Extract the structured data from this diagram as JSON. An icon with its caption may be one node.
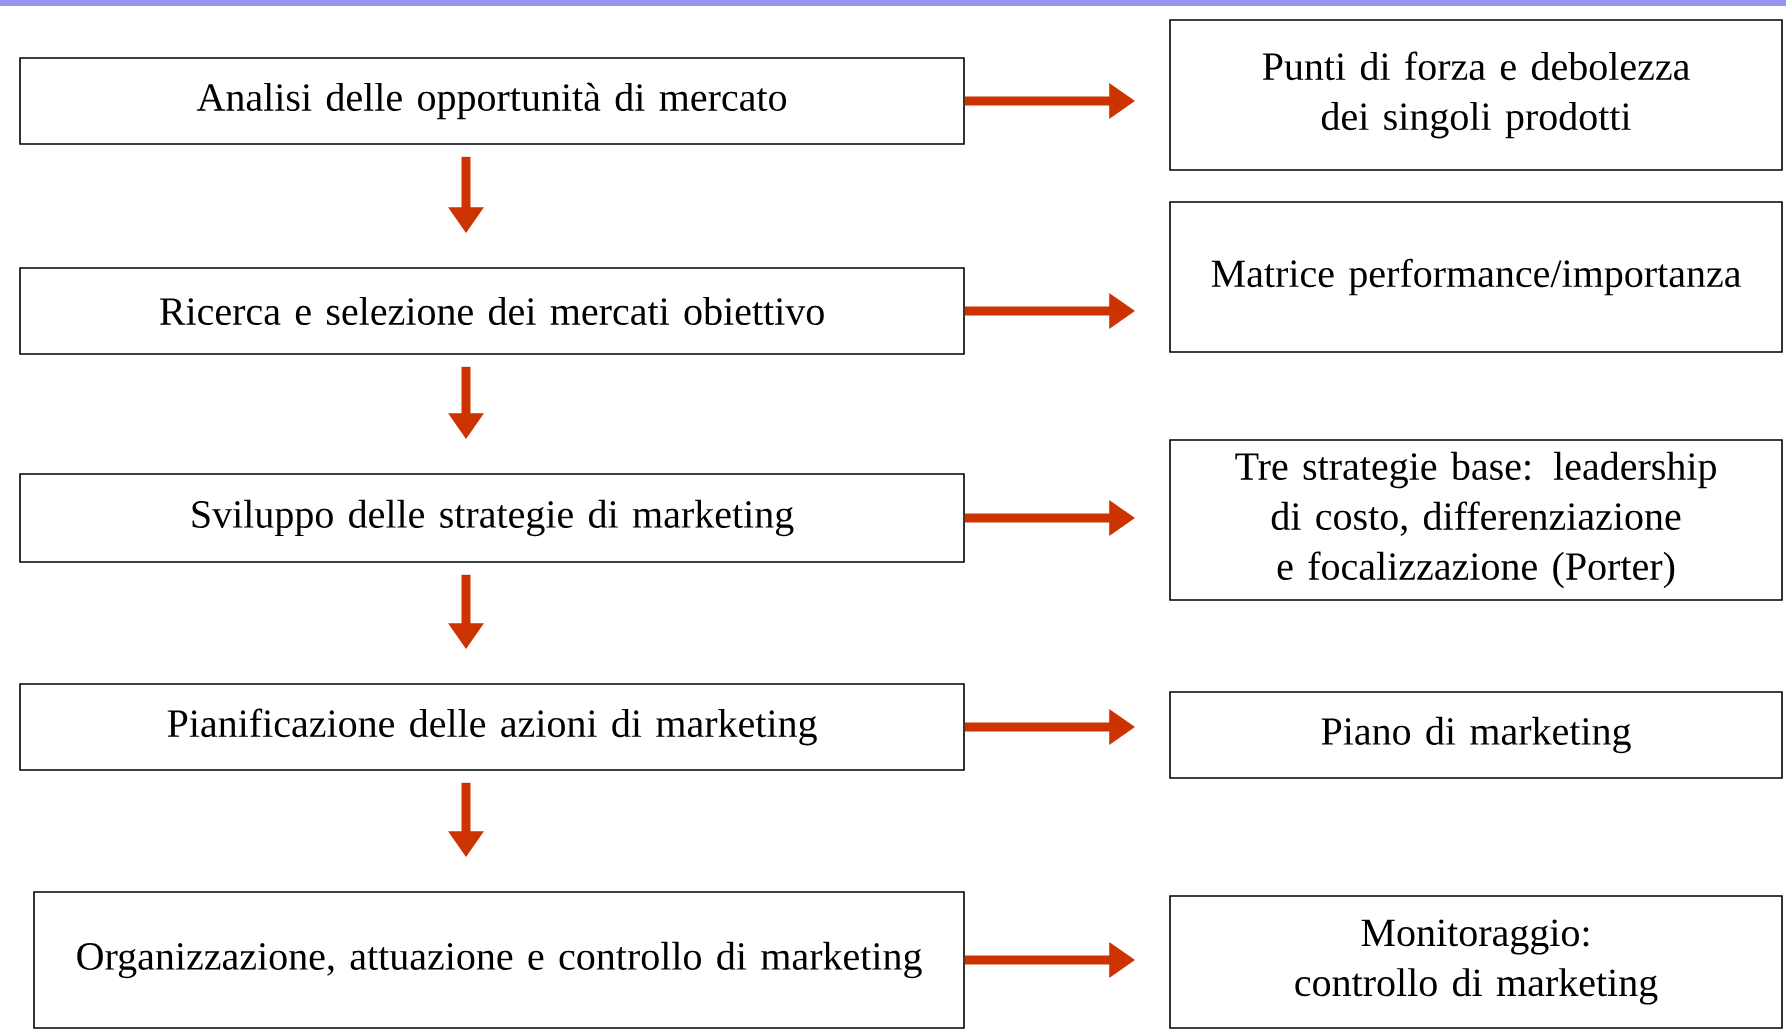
{
  "diagram": {
    "nodes": [
      {
        "text": [
          "Analisi delle opportunità di mercato"
        ]
      },
      {
        "text": [
          "Punti di forza e debolezza dei singoli prodotti"
        ]
      },
      {
        "text": [
          "Ricerca e selezione dei mercati obiettivo"
        ]
      },
      {
        "text": [
          "Matrice performance/importanza"
        ]
      },
      {
        "text": [
          "Sviluppo delle strategie di marketing"
        ]
      },
      {
        "text": [
          "Tre strategie base: leadership di costo, differenziazione e focalizzazione (Porter)"
        ]
      },
      {
        "text": [
          "Pianificazione delle azioni di marketing"
        ]
      },
      {
        "text": [
          "Piano di marketing"
        ]
      },
      {
        "text": [
          "Organizzazione, attuazione e controllo di marketing"
        ]
      },
      {
        "text": [
          "Monitoraggio: controllo di marketing"
        ]
      }
    ],
    "edges": [
      {
        "from": 0,
        "to": 1,
        "arrow": "to"
      },
      {
        "from": 0,
        "to": 2,
        "arrow": "to"
      },
      {
        "from": 2,
        "to": 3,
        "arrow": "to"
      },
      {
        "from": 2,
        "to": 4,
        "arrow": "to"
      },
      {
        "from": 4,
        "to": 5,
        "arrow": "to"
      },
      {
        "from": 4,
        "to": 6,
        "arrow": "to"
      },
      {
        "from": 6,
        "to": 7,
        "arrow": "to"
      },
      {
        "from": 6,
        "to": 8,
        "arrow": "to"
      },
      {
        "from": 8,
        "to": 9,
        "arrow": "to"
      }
    ]
  }
}
